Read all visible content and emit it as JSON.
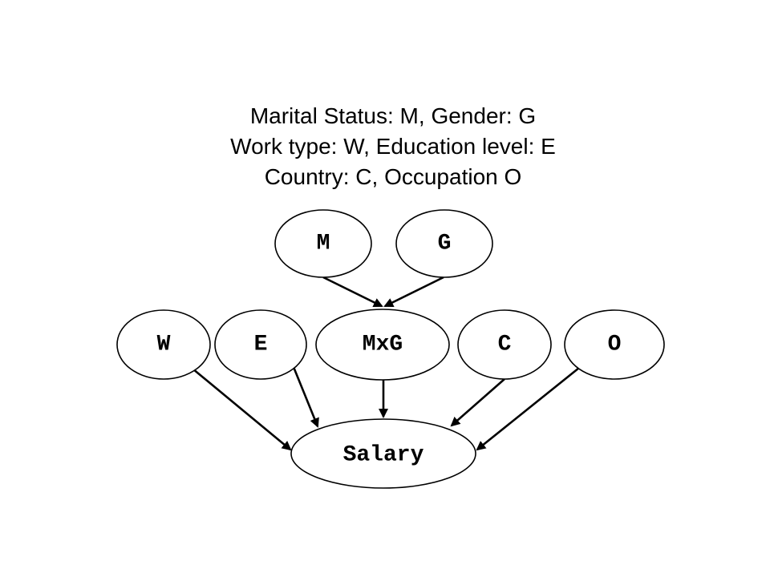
{
  "legend": {
    "lines": [
      "Marital Status: M, Gender: G",
      "Work type: W, Education level: E",
      "Country: C, Occupation O"
    ]
  },
  "nodes": {
    "M": "M",
    "G": "G",
    "W": "W",
    "E": "E",
    "MxG": "MxG",
    "C": "C",
    "O": "O",
    "Salary": "Salary"
  },
  "edges": [
    [
      "M",
      "MxG"
    ],
    [
      "G",
      "MxG"
    ],
    [
      "W",
      "Salary"
    ],
    [
      "E",
      "Salary"
    ],
    [
      "MxG",
      "Salary"
    ],
    [
      "C",
      "Salary"
    ],
    [
      "O",
      "Salary"
    ]
  ],
  "colors": {
    "stroke": "#000000",
    "background": "#ffffff"
  }
}
